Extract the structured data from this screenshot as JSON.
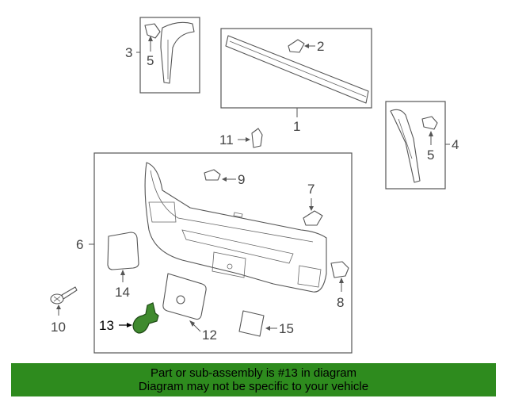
{
  "callouts": {
    "c1": "1",
    "c2": "2",
    "c3": "3",
    "c4": "4",
    "c5a": "5",
    "c5b": "5",
    "c6": "6",
    "c7": "7",
    "c8": "8",
    "c9": "9",
    "c10": "10",
    "c11": "11",
    "c12": "12",
    "c13": "13",
    "c14": "14",
    "c15": "15"
  },
  "highlight": {
    "part_number": "13",
    "color": "#3f8a2e"
  },
  "banner": {
    "line1": "Part or sub-assembly is #13 in diagram",
    "line2": "Diagram may not be specific to your vehicle",
    "background": "#2e8b1e"
  }
}
